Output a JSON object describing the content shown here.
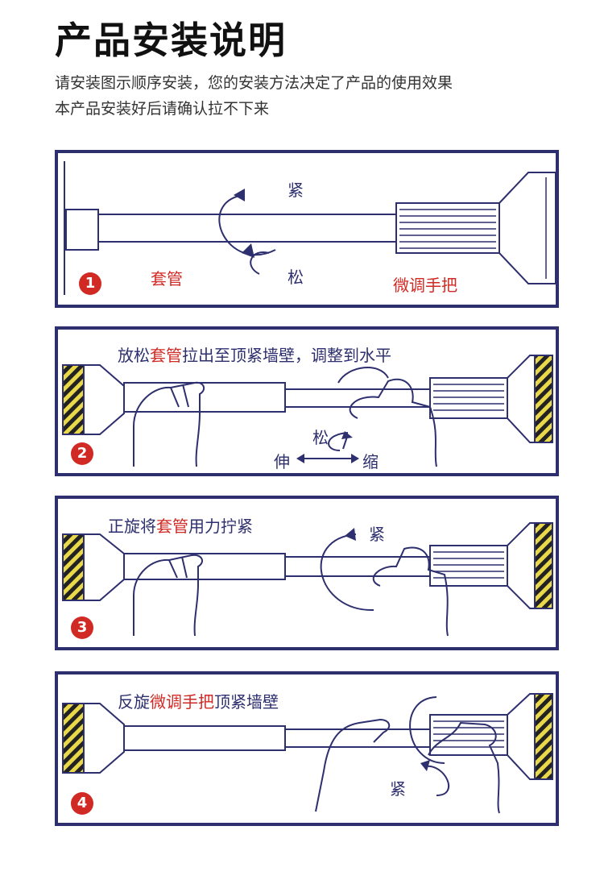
{
  "page": {
    "title": "产品安装说明",
    "intro_line1": "请安装图示顺序安装，您的安装方法决定了产品的使用效果",
    "intro_line2": "本产品安装好后请确认拉不下来"
  },
  "steps": [
    {
      "number": "1",
      "labels": {
        "tighten": "紧",
        "loosen": "松",
        "sleeve": "套管",
        "handle": "微调手把"
      }
    },
    {
      "number": "2",
      "caption_pre": "放松",
      "caption_hl": "套管",
      "caption_post": "拉出至顶紧墙壁，调整到水平",
      "loosen": "松",
      "extend": "伸",
      "shrink": "缩"
    },
    {
      "number": "3",
      "caption_pre": "正旋将",
      "caption_hl": "套管",
      "caption_post": "用力拧紧",
      "tighten": "紧"
    },
    {
      "number": "4",
      "caption_pre": "反旋",
      "caption_hl": "微调手把",
      "caption_post": "顶紧墙壁",
      "tighten": "紧"
    }
  ],
  "colors": {
    "ink": "#2e2f6e",
    "accent_red": "#d12a24",
    "wall_stripe": "#e8d84a"
  }
}
